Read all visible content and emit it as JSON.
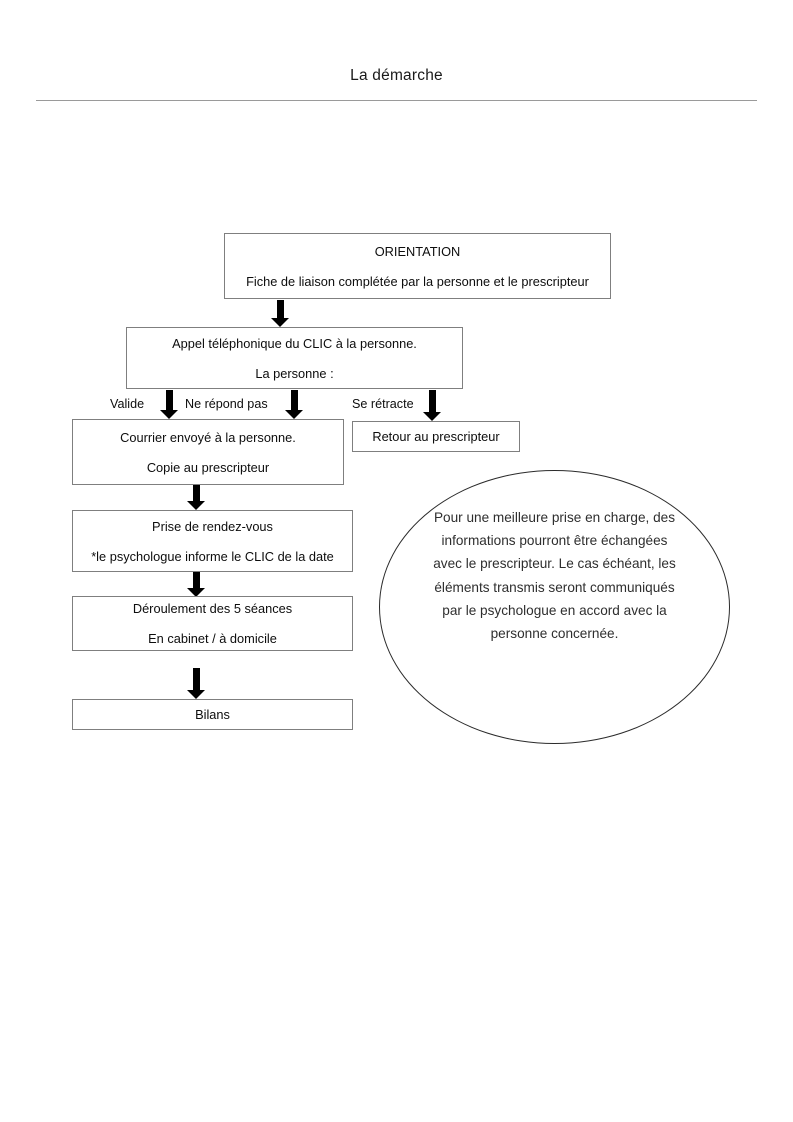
{
  "document": {
    "header_title": "La démarche"
  },
  "flow": {
    "nodes": {
      "orientation": {
        "line1": "ORIENTATION",
        "line2": "Fiche de liaison complétée par la personne et le prescripteur"
      },
      "appel": {
        "line1": "Appel téléphonique du CLIC à la personne.",
        "line2": "La personne :"
      },
      "courrier": {
        "line1": "Courrier envoyé à la personne.",
        "line2": "Copie au prescripteur"
      },
      "retour": {
        "line1": "Retour au prescripteur"
      },
      "rdv": {
        "line1": "Prise de rendez-vous",
        "line2": "*le psychologue informe le CLIC de la date"
      },
      "seances": {
        "line1": "Déroulement des 5 séances",
        "line2": "En cabinet / à domicile"
      },
      "bilans": {
        "line1": "Bilans"
      }
    },
    "branch_labels": {
      "valide": "Valide",
      "ne_repond_pas": "Ne répond pas",
      "se_retracte": "Se rétracte"
    },
    "note": {
      "text": "Pour une meilleure prise en charge, des informations pourront être échangées avec le prescripteur. Le cas échéant, les éléments transmis seront communiqués par le psychologue en accord avec la personne concernée."
    },
    "colors": {
      "box_border": "#7f7f7f",
      "arrow_fill": "#000000",
      "ellipse_border": "#2b2b2b",
      "text": "#0d0d0d",
      "rule": "#9a9a9a",
      "background": "#ffffff"
    }
  }
}
